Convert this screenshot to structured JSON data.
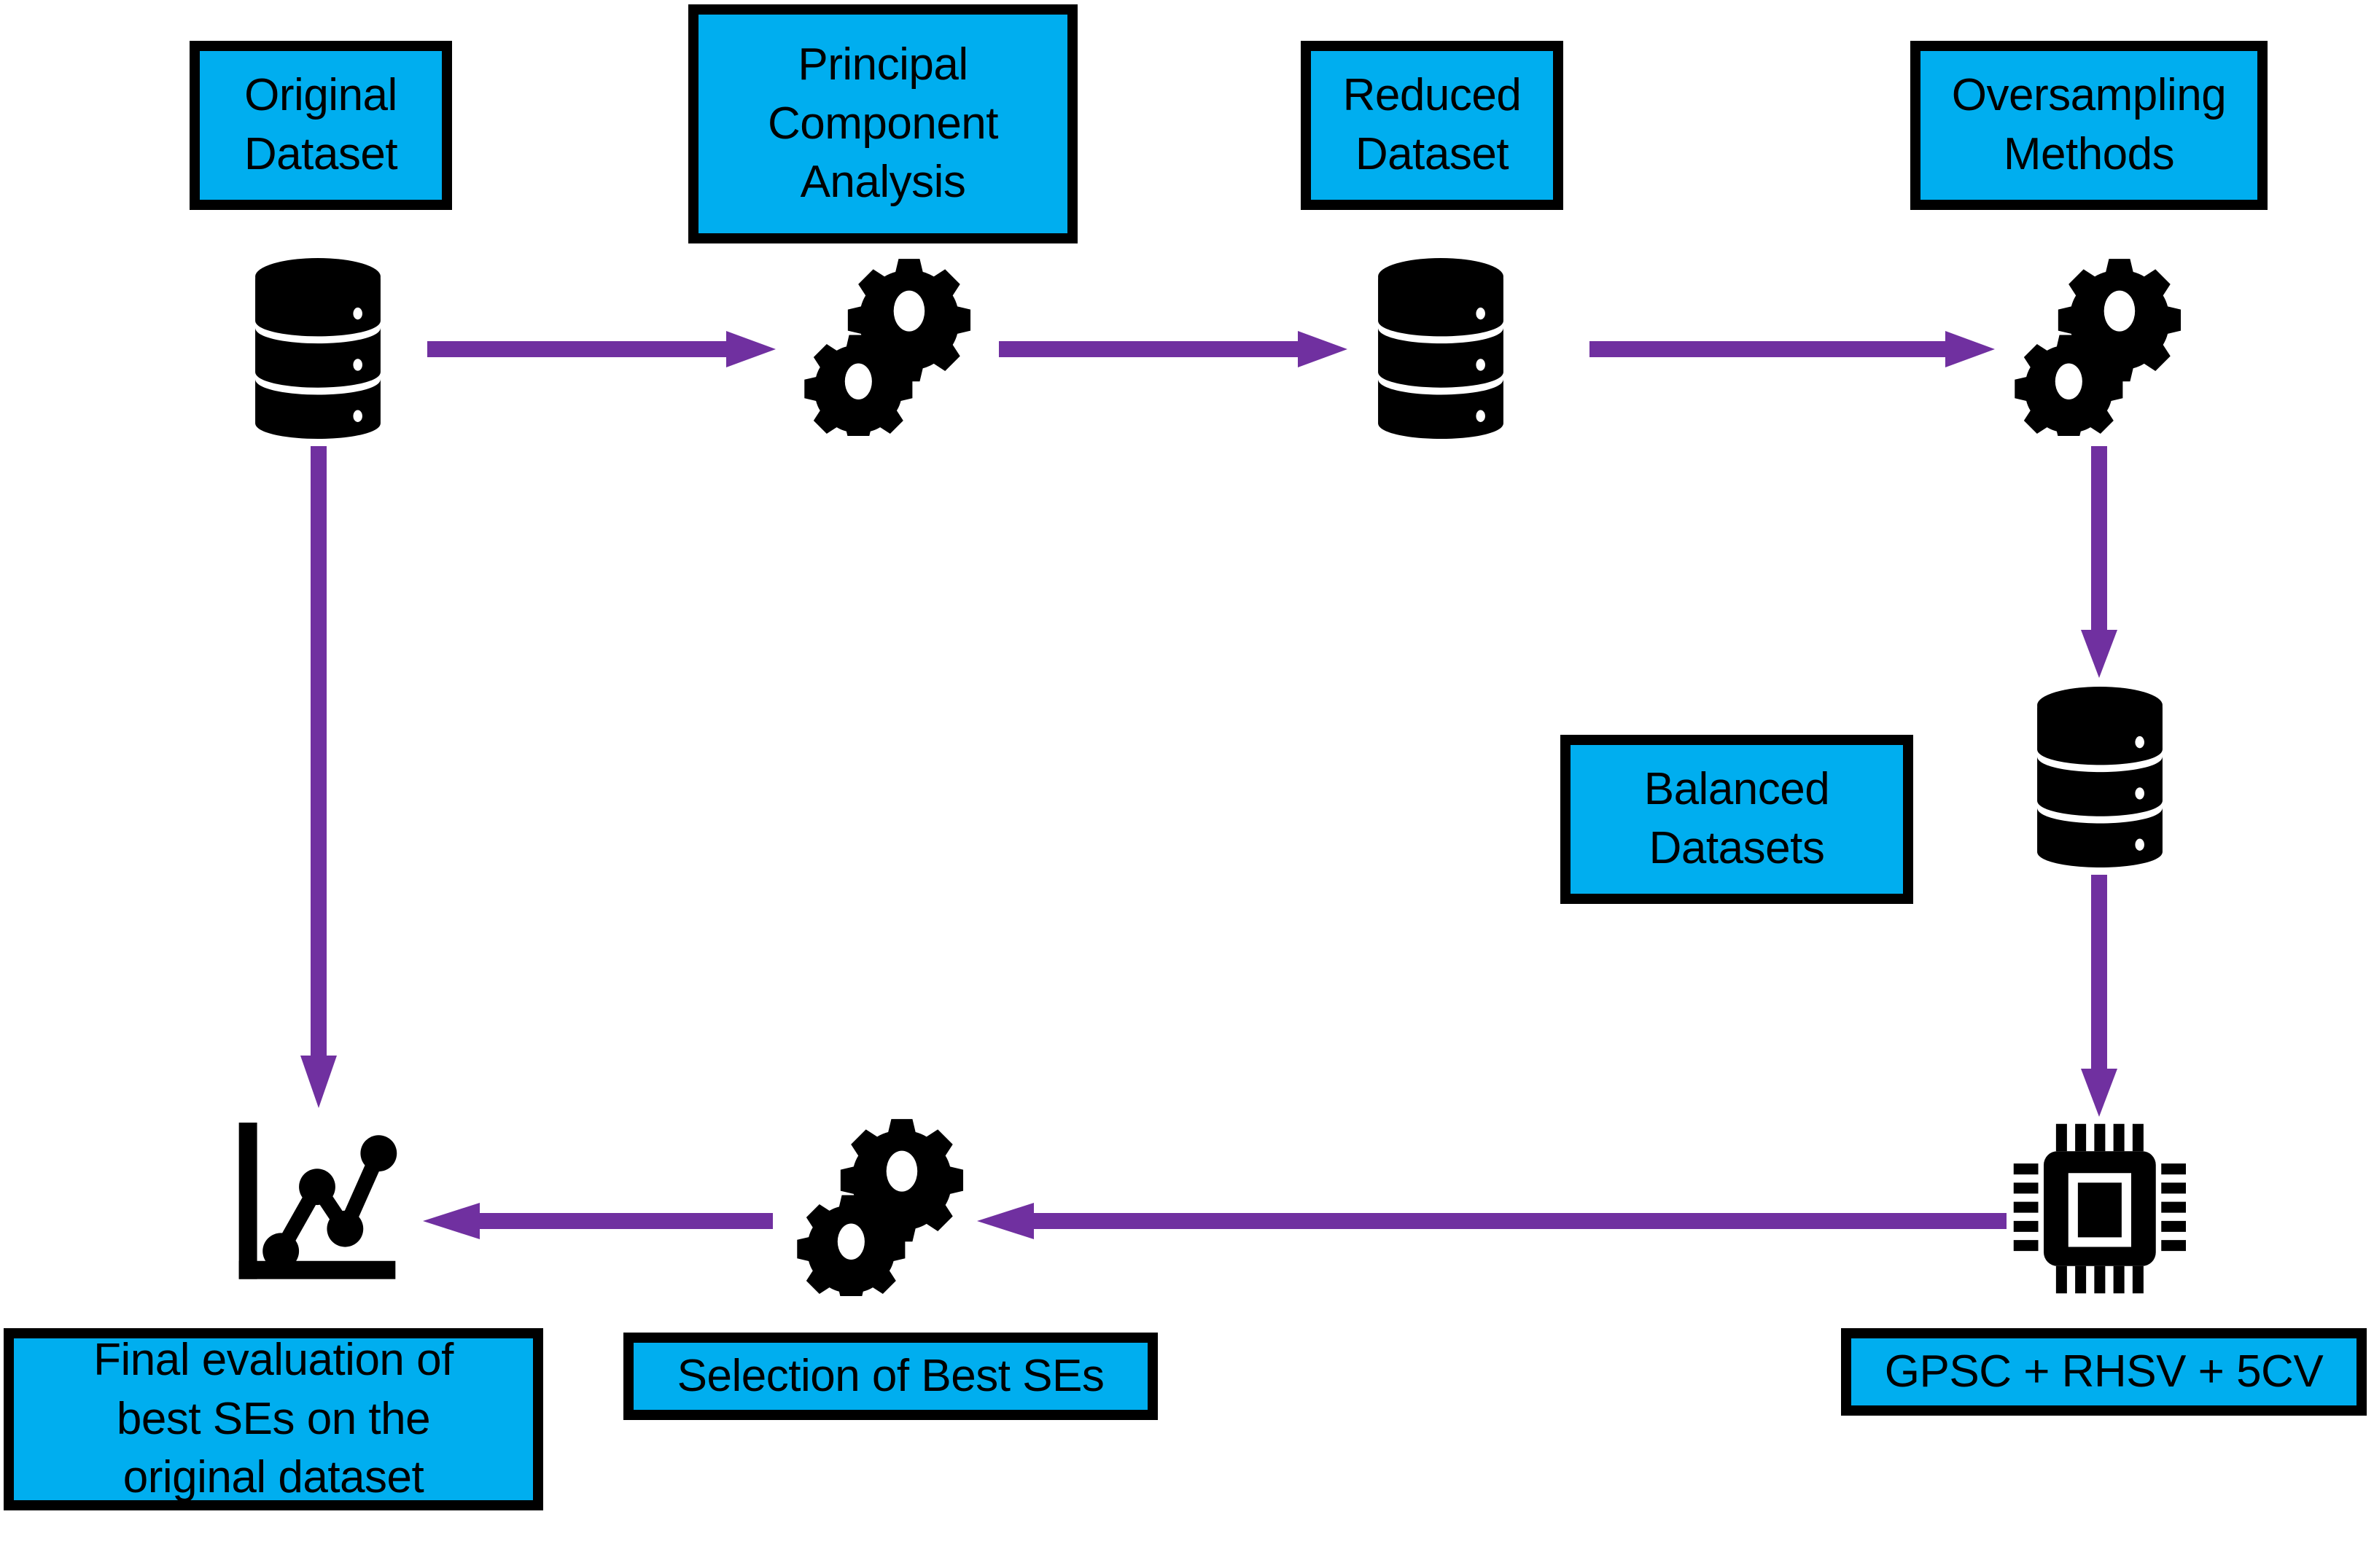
{
  "diagram": {
    "title": "Machine learning methodology flowchart",
    "colors": {
      "box_fill": "#00AEEF",
      "box_border": "#000000",
      "arrow": "#7030A0",
      "icon": "#000000",
      "background": "#FFFFFF"
    },
    "nodes": [
      {
        "id": "original-dataset",
        "lines": [
          "Original",
          "Dataset"
        ],
        "icon": "database-cylinder-icon"
      },
      {
        "id": "principal-component-analysis",
        "lines": [
          "Principal",
          "Component",
          "Analysis"
        ],
        "icon": "gears-icon"
      },
      {
        "id": "reduced-dataset",
        "lines": [
          "Reduced",
          "Dataset"
        ],
        "icon": "database-cylinder-icon"
      },
      {
        "id": "oversampling-methods",
        "lines": [
          "Oversampling",
          "Methods"
        ],
        "icon": "gears-icon"
      },
      {
        "id": "balanced-datasets",
        "lines": [
          "Balanced",
          "Datasets"
        ],
        "icon": "database-cylinder-icon"
      },
      {
        "id": "gpsc-rhsv-5cv",
        "lines": [
          "GPSC + RHSV + 5CV"
        ],
        "icon": "microchip-icon"
      },
      {
        "id": "selection-of-best-ses",
        "lines": [
          "Selection of Best SEs"
        ],
        "icon": "gears-icon"
      },
      {
        "id": "final-evaluation",
        "lines": [
          "Final evaluation of",
          "best SEs on the",
          "original dataset"
        ],
        "icon": "line-chart-icon"
      }
    ],
    "labels": {
      "original_dataset_l1": "Original",
      "original_dataset_l2": "Dataset",
      "pca_l1": "Principal",
      "pca_l2": "Component",
      "pca_l3": "Analysis",
      "reduced_dataset_l1": "Reduced",
      "reduced_dataset_l2": "Dataset",
      "oversampling_l1": "Oversampling",
      "oversampling_l2": "Methods",
      "balanced_l1": "Balanced",
      "balanced_l2": "Datasets",
      "gpsc": "GPSC + RHSV + 5CV",
      "selection": "Selection of Best SEs",
      "final_l1": "Final evaluation of",
      "final_l2": "best SEs on the",
      "final_l3": "original dataset"
    },
    "edges": [
      {
        "id": "edge-db1-to-gears1",
        "direction": "right",
        "from": "original-dataset",
        "to": "principal-component-analysis"
      },
      {
        "id": "edge-gears1-to-db2",
        "direction": "right",
        "from": "principal-component-analysis",
        "to": "reduced-dataset"
      },
      {
        "id": "edge-db2-to-gears2",
        "direction": "right",
        "from": "reduced-dataset",
        "to": "oversampling-methods"
      },
      {
        "id": "edge-gears2-to-db3",
        "direction": "down",
        "from": "oversampling-methods",
        "to": "balanced-datasets"
      },
      {
        "id": "edge-db3-to-chip",
        "direction": "down",
        "from": "balanced-datasets",
        "to": "gpsc-rhsv-5cv"
      },
      {
        "id": "edge-chip-to-gears3",
        "direction": "left",
        "from": "gpsc-rhsv-5cv",
        "to": "selection-of-best-ses"
      },
      {
        "id": "edge-gears3-to-chart",
        "direction": "left",
        "from": "selection-of-best-ses",
        "to": "final-evaluation"
      },
      {
        "id": "edge-db1-to-chart",
        "direction": "down",
        "from": "original-dataset",
        "to": "final-evaluation"
      }
    ]
  }
}
